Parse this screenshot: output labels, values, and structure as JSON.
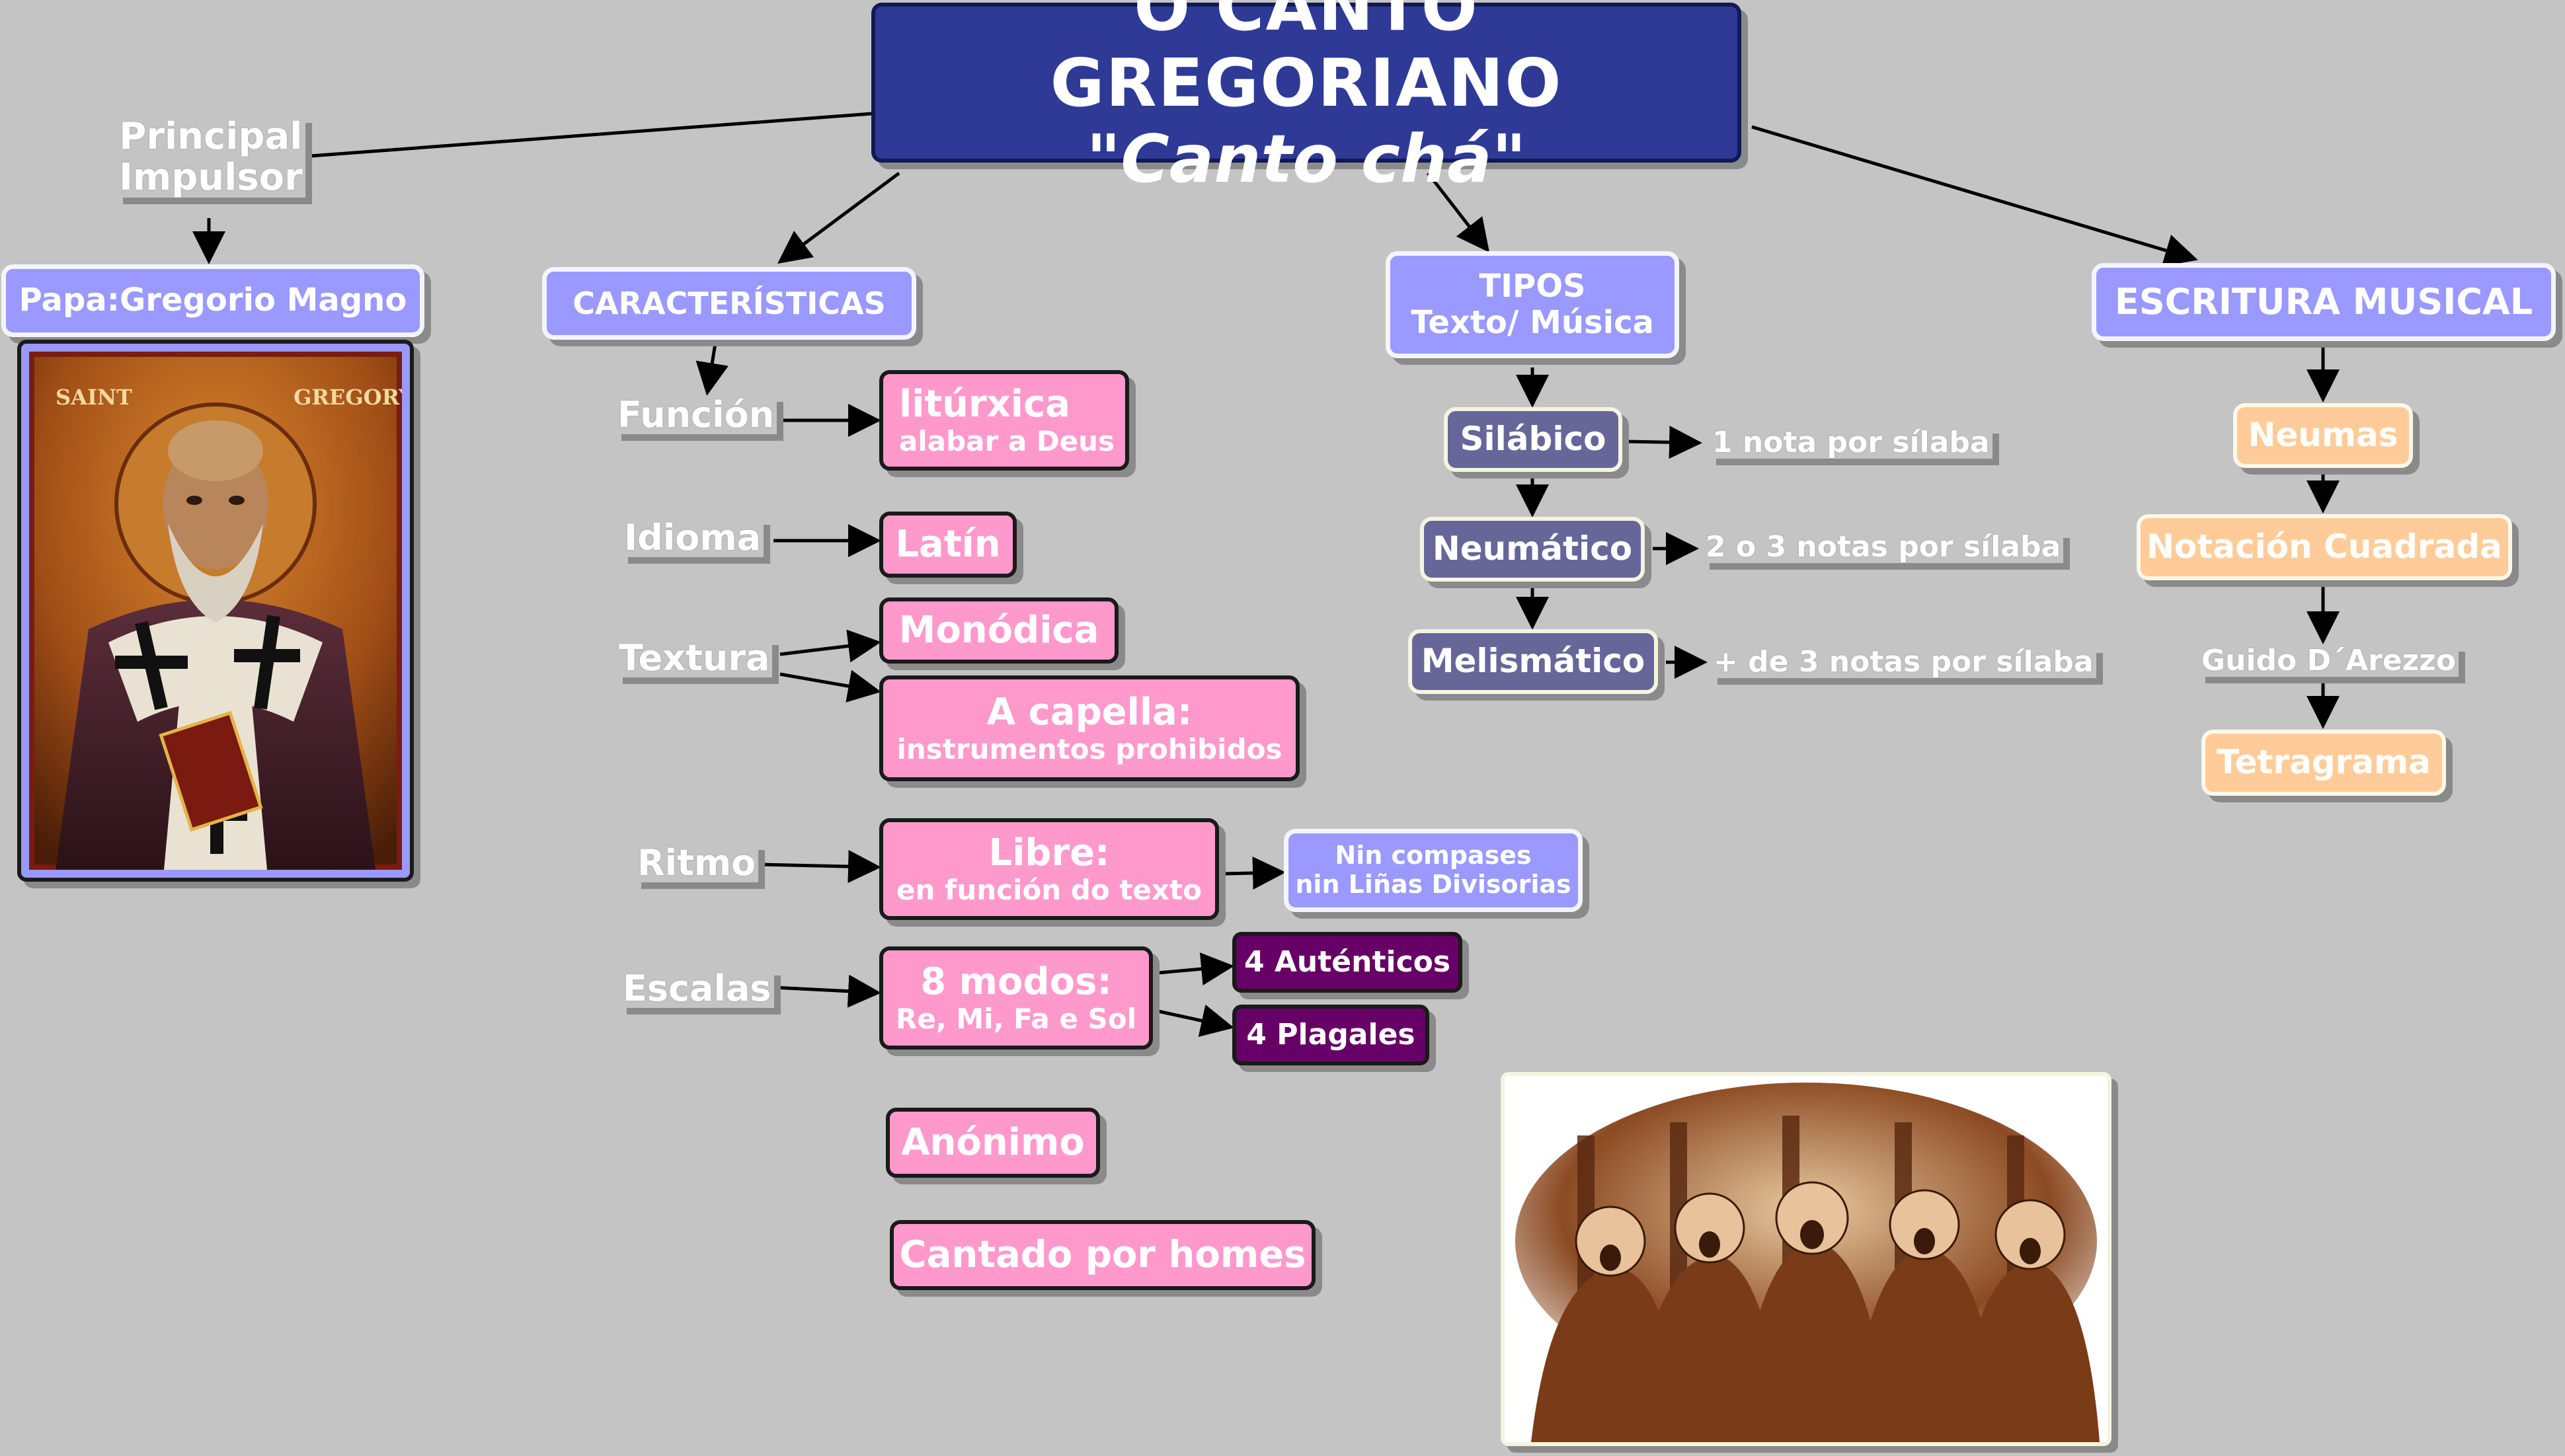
{
  "title": {
    "line1": "O CANTO GREGORIANO",
    "line2": "\"Canto chá\""
  },
  "impulsor": {
    "label_line1": "Principal",
    "label_line2": "Impulsor",
    "name": "Papa:Gregorio Magno",
    "icon_text_left": "SAINT",
    "icon_text_right": "GREGORY"
  },
  "caracteristicas": {
    "heading": "CARACTERÍSTICAS",
    "funcion": {
      "label": "Función",
      "value": "litúrxica",
      "value_sub": "alabar a Deus"
    },
    "idioma": {
      "label": "Idioma",
      "value": "Latín"
    },
    "textura": {
      "label": "Textura",
      "value1": "Monódica",
      "value2": "A capella:",
      "value2_sub": "instrumentos prohibidos"
    },
    "ritmo": {
      "label": "Ritmo",
      "value": "Libre:",
      "value_sub": "en función do texto",
      "note_line1": "Nin compases",
      "note_line2": "nin Liñas Divisorias"
    },
    "escalas": {
      "label": "Escalas",
      "value": "8 modos:",
      "value_sub": "Re, Mi, Fa e Sol",
      "opt1": "4 Auténticos",
      "opt2": "4 Plagales"
    },
    "anonimo": "Anónimo",
    "cantado": "Cantado por homes"
  },
  "tipos": {
    "heading_line1": "TIPOS",
    "heading_line2": "Texto/ Música",
    "silabico": {
      "name": "Silábico",
      "desc": "1 nota por sílaba"
    },
    "neumatico": {
      "name": "Neumático",
      "desc": "2 o 3 notas por sílaba"
    },
    "melismatico": {
      "name": "Melismático",
      "desc": "+ de 3 notas por sílaba"
    }
  },
  "escritura": {
    "heading": "ESCRITURA MUSICAL",
    "neumas": "Neumas",
    "notacion": "Notación Cuadrada",
    "guido": "Guido D´Arezzo",
    "tetragrama": "Tetragrama"
  },
  "colors": {
    "background": "#c4c4c4",
    "title_box": "#2e3a96",
    "lavender": "#9999ff",
    "pink": "#ff99cc",
    "slate": "#666699",
    "peach": "#ffcc99",
    "purple": "#660066"
  }
}
